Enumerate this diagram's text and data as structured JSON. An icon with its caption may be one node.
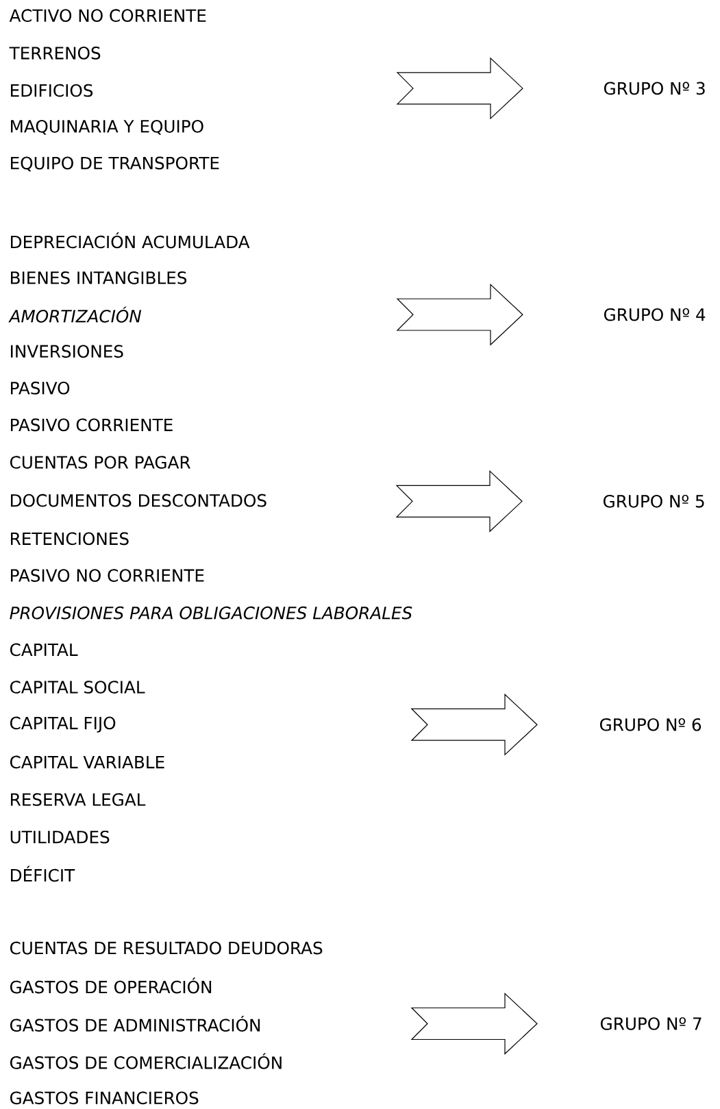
{
  "diagram": {
    "labels": [
      "ACTIVO NO CORRIENTE",
      "TERRENOS",
      "EDIFICIOS",
      "GRUPO Nº 3",
      "MAQUINARIA Y EQUIPO",
      "EQUIPO DE TRANSPORTE",
      "DEPRECIACIÓN ACUMULADA",
      "BIENES INTANGIBLES",
      "AMORTIZACIÓN",
      "GRUPO Nº 4",
      "INVERSIONES",
      "PASIVO",
      "PASIVO CORRIENTE",
      "CUENTAS POR PAGAR",
      "DOCUMENTOS DESCONTADOS",
      "GRUPO Nº 5",
      "RETENCIONES",
      "PASIVO NO CORRIENTE",
      "PROVISIONES PARA OBLIGACIONES LABORALES",
      "CAPITAL",
      "CAPITAL SOCIAL",
      "CAPITAL FIJO",
      "GRUPO Nº 6",
      "CAPITAL VARIABLE",
      "RESERVA LEGAL",
      "UTILIDADES",
      "DÉFICIT",
      "CUENTAS DE RESULTADO DEUDORAS",
      "GASTOS DE OPERACIÓN",
      "GASTOS DE ADMINISTRACIÓN",
      "GRUPO Nº 7",
      "GASTOS DE COMERCIALIZACIÓN",
      "GASTOS FINANCIEROS"
    ]
  }
}
